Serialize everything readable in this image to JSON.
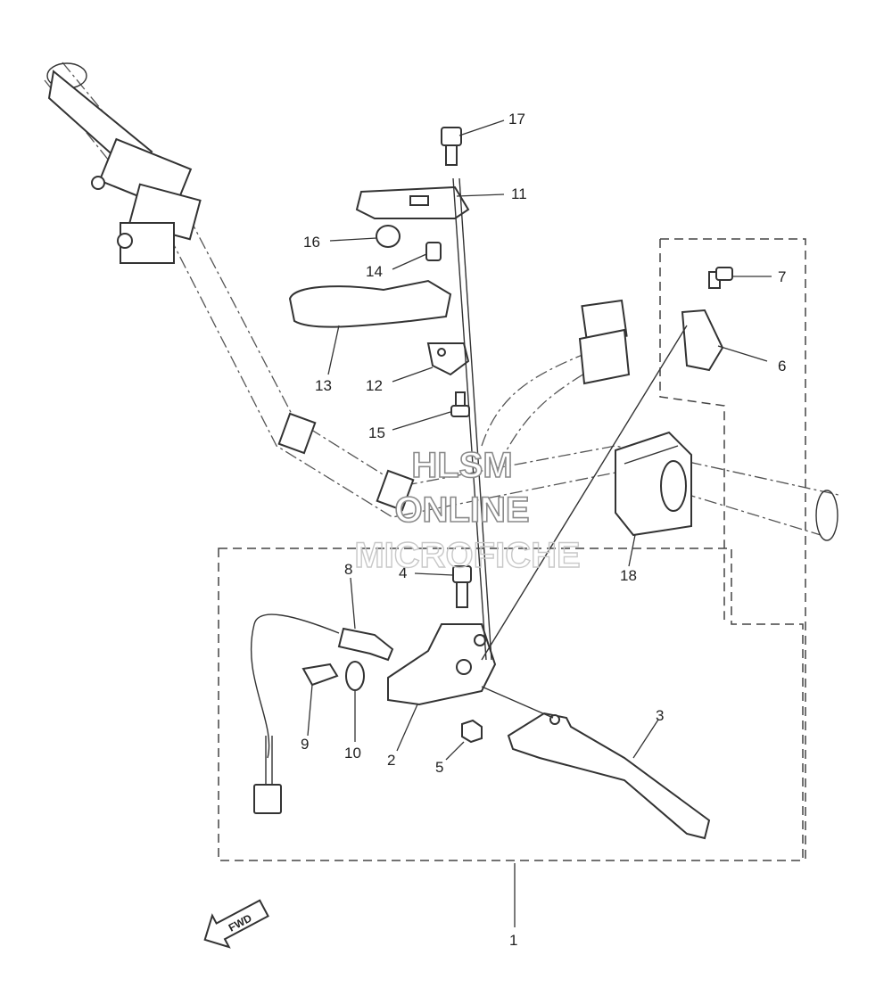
{
  "watermark": {
    "line1": "HLSM",
    "line2": "ONLINE",
    "line3": "MICROFICHE"
  },
  "fwd_label": "FWD",
  "callouts": [
    "1",
    "2",
    "3",
    "4",
    "5",
    "6",
    "7",
    "8",
    "9",
    "10",
    "11",
    "12",
    "13",
    "14",
    "15",
    "16",
    "17",
    "18"
  ]
}
